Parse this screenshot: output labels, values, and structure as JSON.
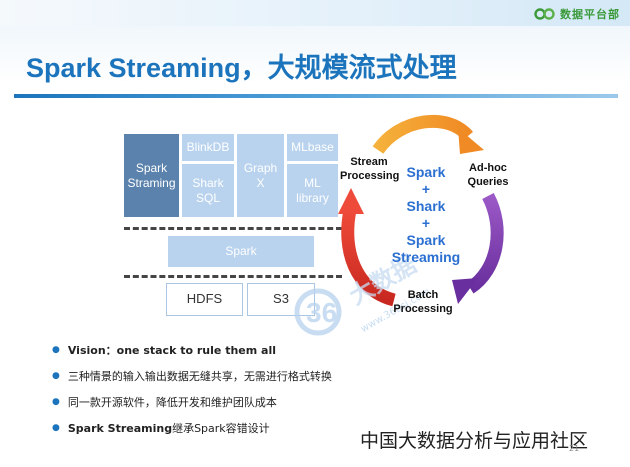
{
  "brand": {
    "name": "数据平台部"
  },
  "title": "Spark Streaming，大规模流式处理",
  "stack": {
    "spark_streaming": "Spark\nStraming",
    "blinkdb": "BlinkDB",
    "shark_sql": "Shark\nSQL",
    "graphx": "Graph\nX",
    "mlbase": "MLbase",
    "ml_library": "ML\nlibrary",
    "spark": "Spark",
    "hdfs": "HDFS",
    "s3": "S3"
  },
  "cycle": {
    "stream_processing": "Stream\nProcessing",
    "adhoc_queries": "Ad-hoc\nQueries",
    "batch_processing": "Batch\nProcessing",
    "center": [
      "Spark",
      "+",
      "Shark",
      "+",
      "Spark",
      "Streaming"
    ]
  },
  "watermark": {
    "number": "36",
    "chars": "大数据",
    "url": "www.36dsj.com"
  },
  "bullets": [
    {
      "bold": "Vision：one stack to rule them all",
      "rest": ""
    },
    {
      "bold": "",
      "rest": "三种情景的输入输出数据无缝共享，无需进行格式转换"
    },
    {
      "bold": "",
      "rest": "同一款开源软件，降低开发和维护团队成本"
    },
    {
      "bold": "Spark Streaming ",
      "rest": "继承Spark容错设计"
    }
  ],
  "footer": "中国大数据分析与应用社区",
  "page_number": "21",
  "colors": {
    "title": "#1c75bc",
    "box_light": "#b9d3ee",
    "box_dark": "#5b82ad",
    "arrow_orange": "#f2a531",
    "arrow_purple": "#8a4bb6",
    "arrow_red": "#e23a2d",
    "center_text": "#2b6fd1"
  }
}
